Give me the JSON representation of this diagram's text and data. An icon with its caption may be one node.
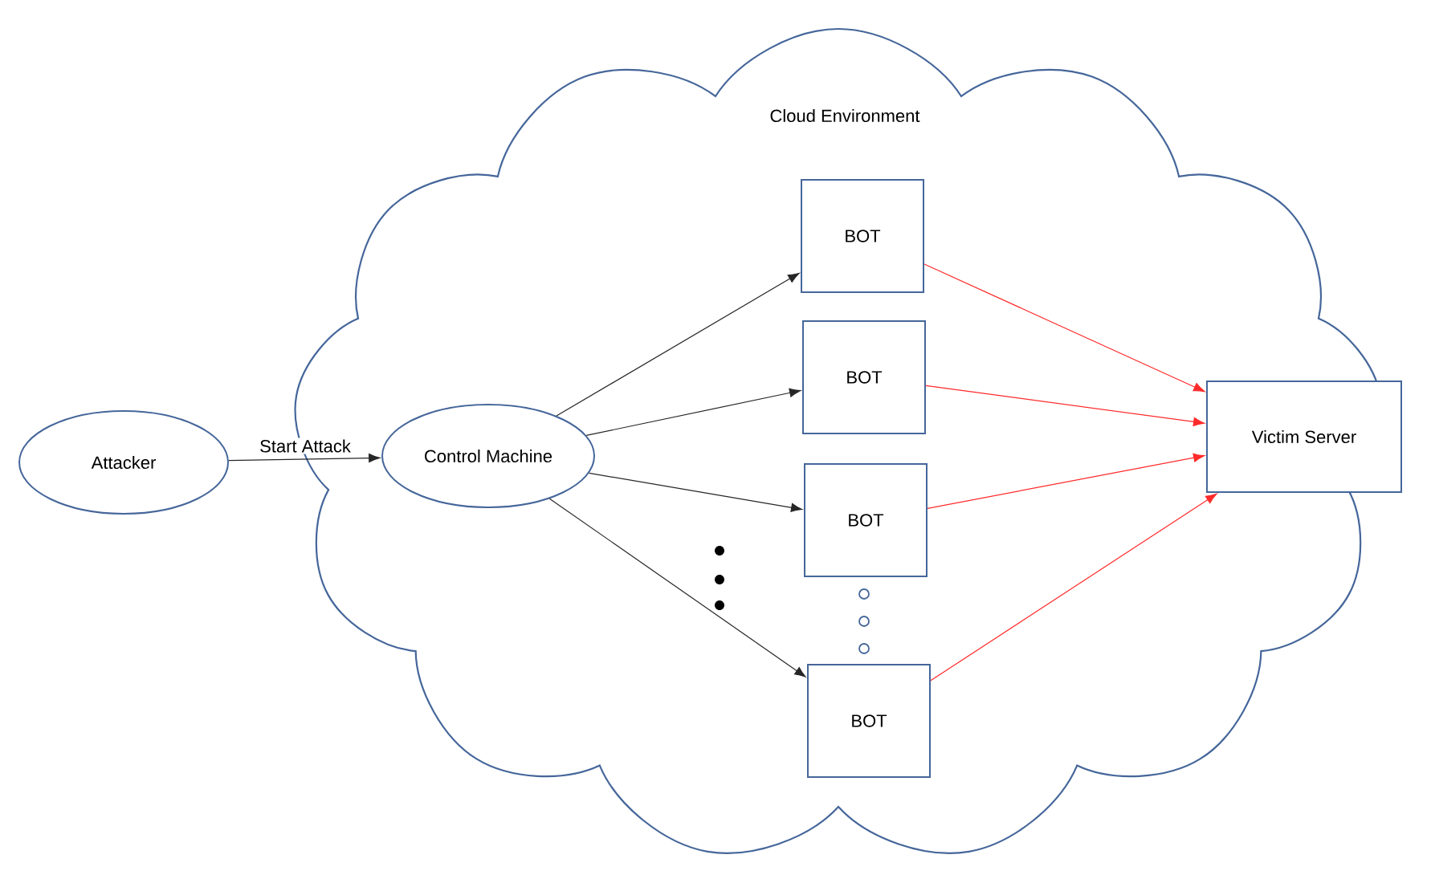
{
  "diagram": {
    "nodes": [
      {
        "text": [
          "Cloud Environment"
        ]
      },
      {
        "text": [
          "Attacker"
        ]
      },
      {
        "text": [
          "Control Machine"
        ],
        "in": 0
      },
      {
        "text": [
          "BOT"
        ],
        "in": 0
      },
      {
        "text": [
          "BOT"
        ],
        "in": 0
      },
      {
        "text": [
          "BOT"
        ],
        "in": 0
      },
      {
        "text": [
          "BOT"
        ],
        "in": 0
      },
      {
        "text": [
          "Victim Server"
        ]
      }
    ],
    "edges": [
      {
        "from": 1,
        "to": 2,
        "arrow": "to",
        "label": "Start Attack"
      },
      {
        "from": 2,
        "to": 3,
        "arrow": "to"
      },
      {
        "from": 2,
        "to": 4,
        "arrow": "to"
      },
      {
        "from": 2,
        "to": 5,
        "arrow": "to"
      },
      {
        "from": 2,
        "to": 6,
        "arrow": "to"
      },
      {
        "from": 3,
        "to": 7,
        "arrow": "to",
        "color": "#ff2a2a"
      },
      {
        "from": 4,
        "to": 7,
        "arrow": "to",
        "color": "#ff2a2a"
      },
      {
        "from": 5,
        "to": 7,
        "arrow": "to",
        "color": "#ff2a2a"
      },
      {
        "from": 6,
        "to": 7,
        "arrow": "to",
        "color": "#ff2a2a"
      }
    ]
  }
}
